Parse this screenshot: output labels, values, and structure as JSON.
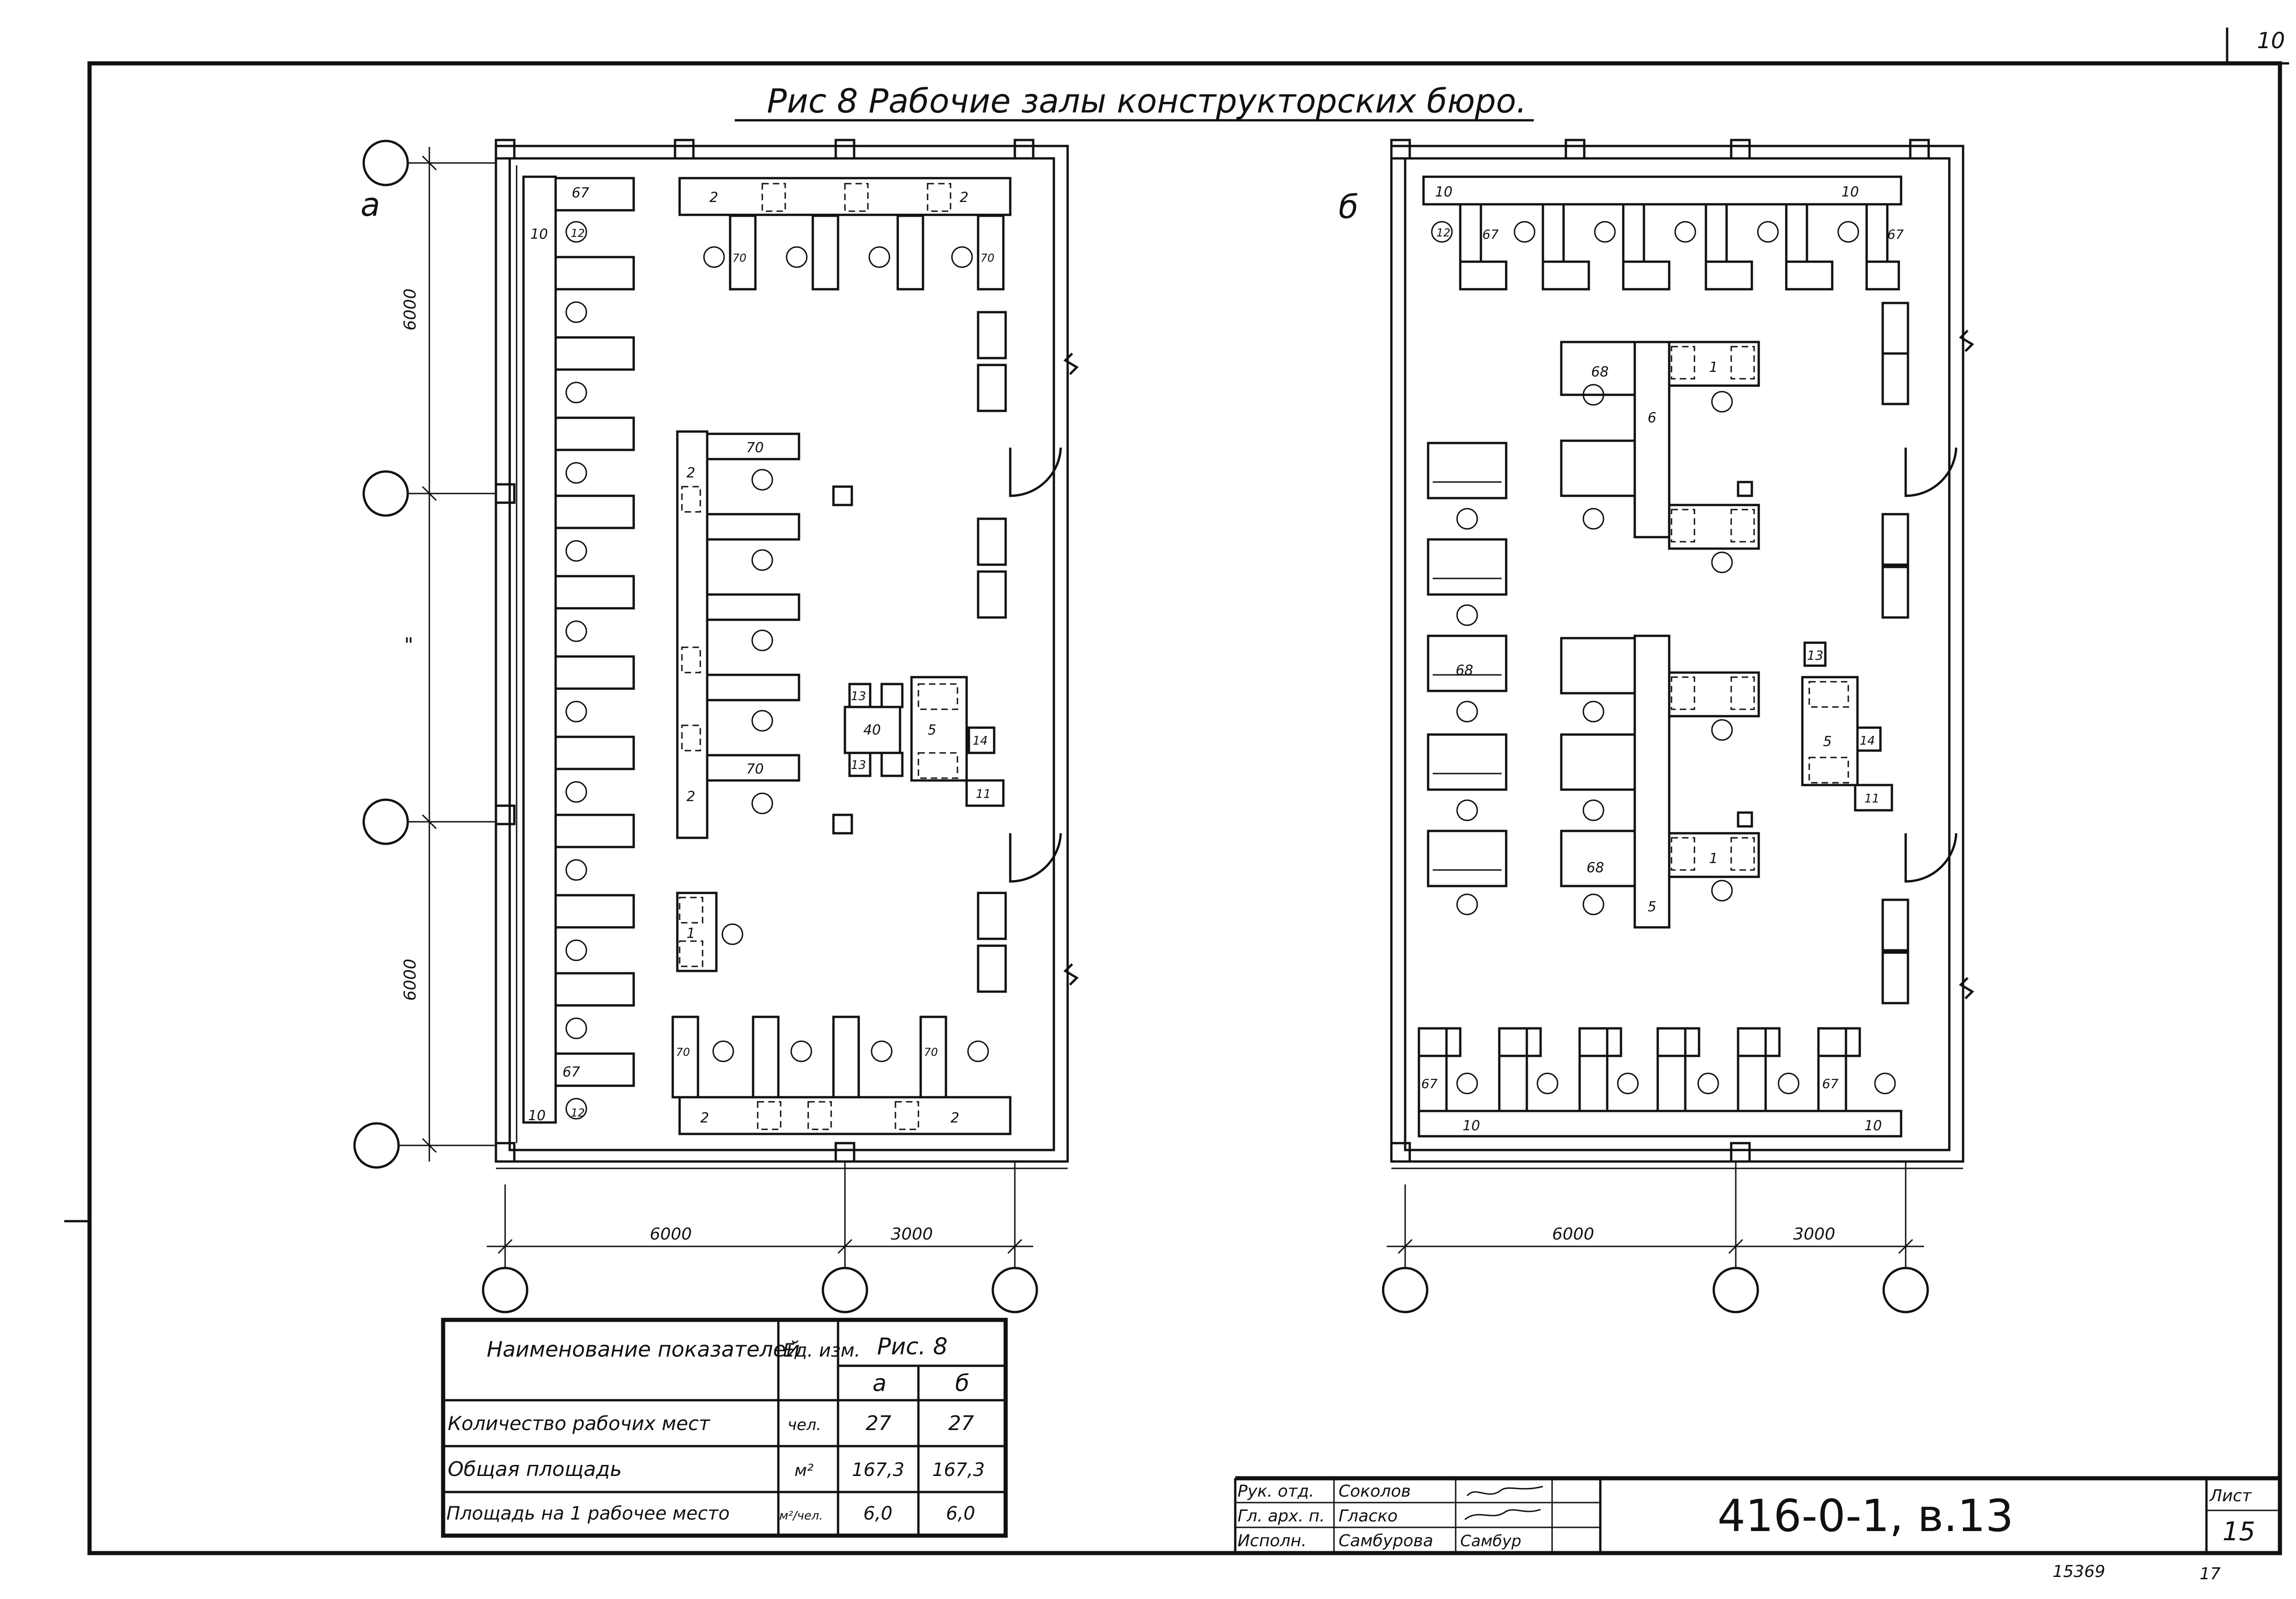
{
  "sheet": {
    "corner_number": "10",
    "title": "Рис 8 Рабочие залы конструкторских бюро.",
    "stamp_code": "416-0-1,   в.13",
    "sheet_label": "Лист",
    "sheet_number": "15",
    "inventory_number": "15369",
    "bottom_corner": "17"
  },
  "plan_a": {
    "label": "а",
    "dims_vertical": [
      "6000",
      "6000"
    ],
    "ditto_mark": "\"",
    "dims_horizontal": [
      "6000",
      "3000"
    ],
    "labels": {
      "top_left_67": "67",
      "top_left_10": "10",
      "top_left_12": "12",
      "top_2_left": "2",
      "top_2_right": "2",
      "top_70_a": "70",
      "top_70_b": "70",
      "mid_70_top": "70",
      "mid_2_top": "2",
      "mid_70_bottom": "70",
      "mid_2_bottom": "2",
      "table_13_top": "13",
      "table_40": "40",
      "table_13_bottom": "13",
      "cab_5": "5",
      "cab_14": "14",
      "cab_11": "11",
      "desk_1": "1",
      "bot_70_a": "70",
      "bot_70_b": "70",
      "bot_2_left": "2",
      "bot_2_right": "2",
      "bot_left_67": "67",
      "bot_left_10": "10",
      "bot_left_12": "12"
    }
  },
  "plan_b": {
    "label": "б",
    "dims_horizontal": [
      "6000",
      "3000"
    ],
    "labels": {
      "top_10_left": "10",
      "top_10_right": "10",
      "top_12": "12",
      "top_67_left": "67",
      "top_67_right": "67",
      "c68_top": "68",
      "c6": "6",
      "c1_top": "1",
      "c68_mid": "68",
      "c13": "13",
      "c5_right": "5",
      "c14": "14",
      "c11": "11",
      "c68_bottom": "68",
      "c5_center": "5",
      "c1_bottom": "1",
      "bot_67_left": "67",
      "bot_67_right": "67",
      "bot_10_left": "10",
      "bot_10_right": "10"
    }
  },
  "indicators_table": {
    "header_name": "Наименование показателей",
    "header_unit": "Ед. изм.",
    "header_fig": "Рис. 8",
    "col_a": "а",
    "col_b": "б",
    "rows": [
      {
        "name": "Количество рабочих мест",
        "unit": "чел.",
        "a": "27",
        "b": "27"
      },
      {
        "name": "Общая площадь",
        "unit": "м²",
        "a": "167,3",
        "b": "167,3"
      },
      {
        "name": "Площадь на 1 рабочее место",
        "unit": "м²/чел.",
        "a": "6,0",
        "b": "6,0"
      }
    ]
  },
  "title_block": {
    "roles": [
      "Рук. отд.",
      "Гл. арх. п.",
      "Исполн."
    ],
    "names": [
      "Соколов",
      "Гласко",
      "Самбурова"
    ],
    "signature_text": "Самбур"
  }
}
